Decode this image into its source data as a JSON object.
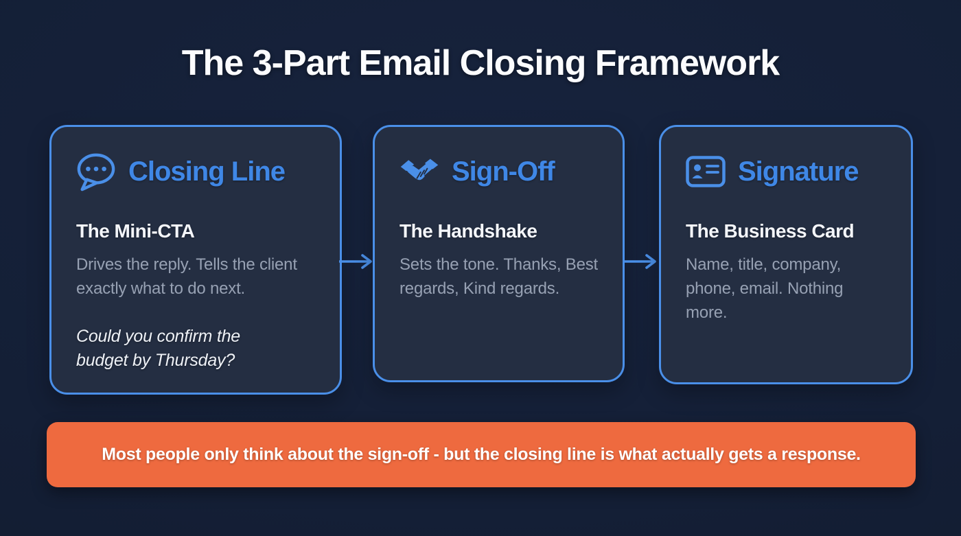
{
  "page": {
    "title": "The 3-Part Email Closing Framework",
    "background_color": "#141f36",
    "accent_blue": "#4a8fe8",
    "heading_blue": "#3f87e6",
    "card_background": "#242e42",
    "body_text_color": "#97a1b3",
    "callout_orange": "#ee6a3f"
  },
  "cards": [
    {
      "icon": "speech-bubble-icon",
      "title": "Closing Line",
      "subtitle": "The Mini-CTA",
      "description": "Drives the reply. Tells the client exactly what to do next.",
      "example": "Could you confirm the budget by Thursday?"
    },
    {
      "icon": "handshake-icon",
      "title": "Sign-Off",
      "subtitle": "The Handshake",
      "description": "Sets the tone. Thanks, Best regards, Kind regards."
    },
    {
      "icon": "id-card-icon",
      "title": "Signature",
      "subtitle": "The Business Card",
      "description": "Name, title, company, phone, email. Nothing more."
    }
  ],
  "callout": {
    "text": "Most people only think about the sign-off - but the closing line is what actually gets a response."
  }
}
